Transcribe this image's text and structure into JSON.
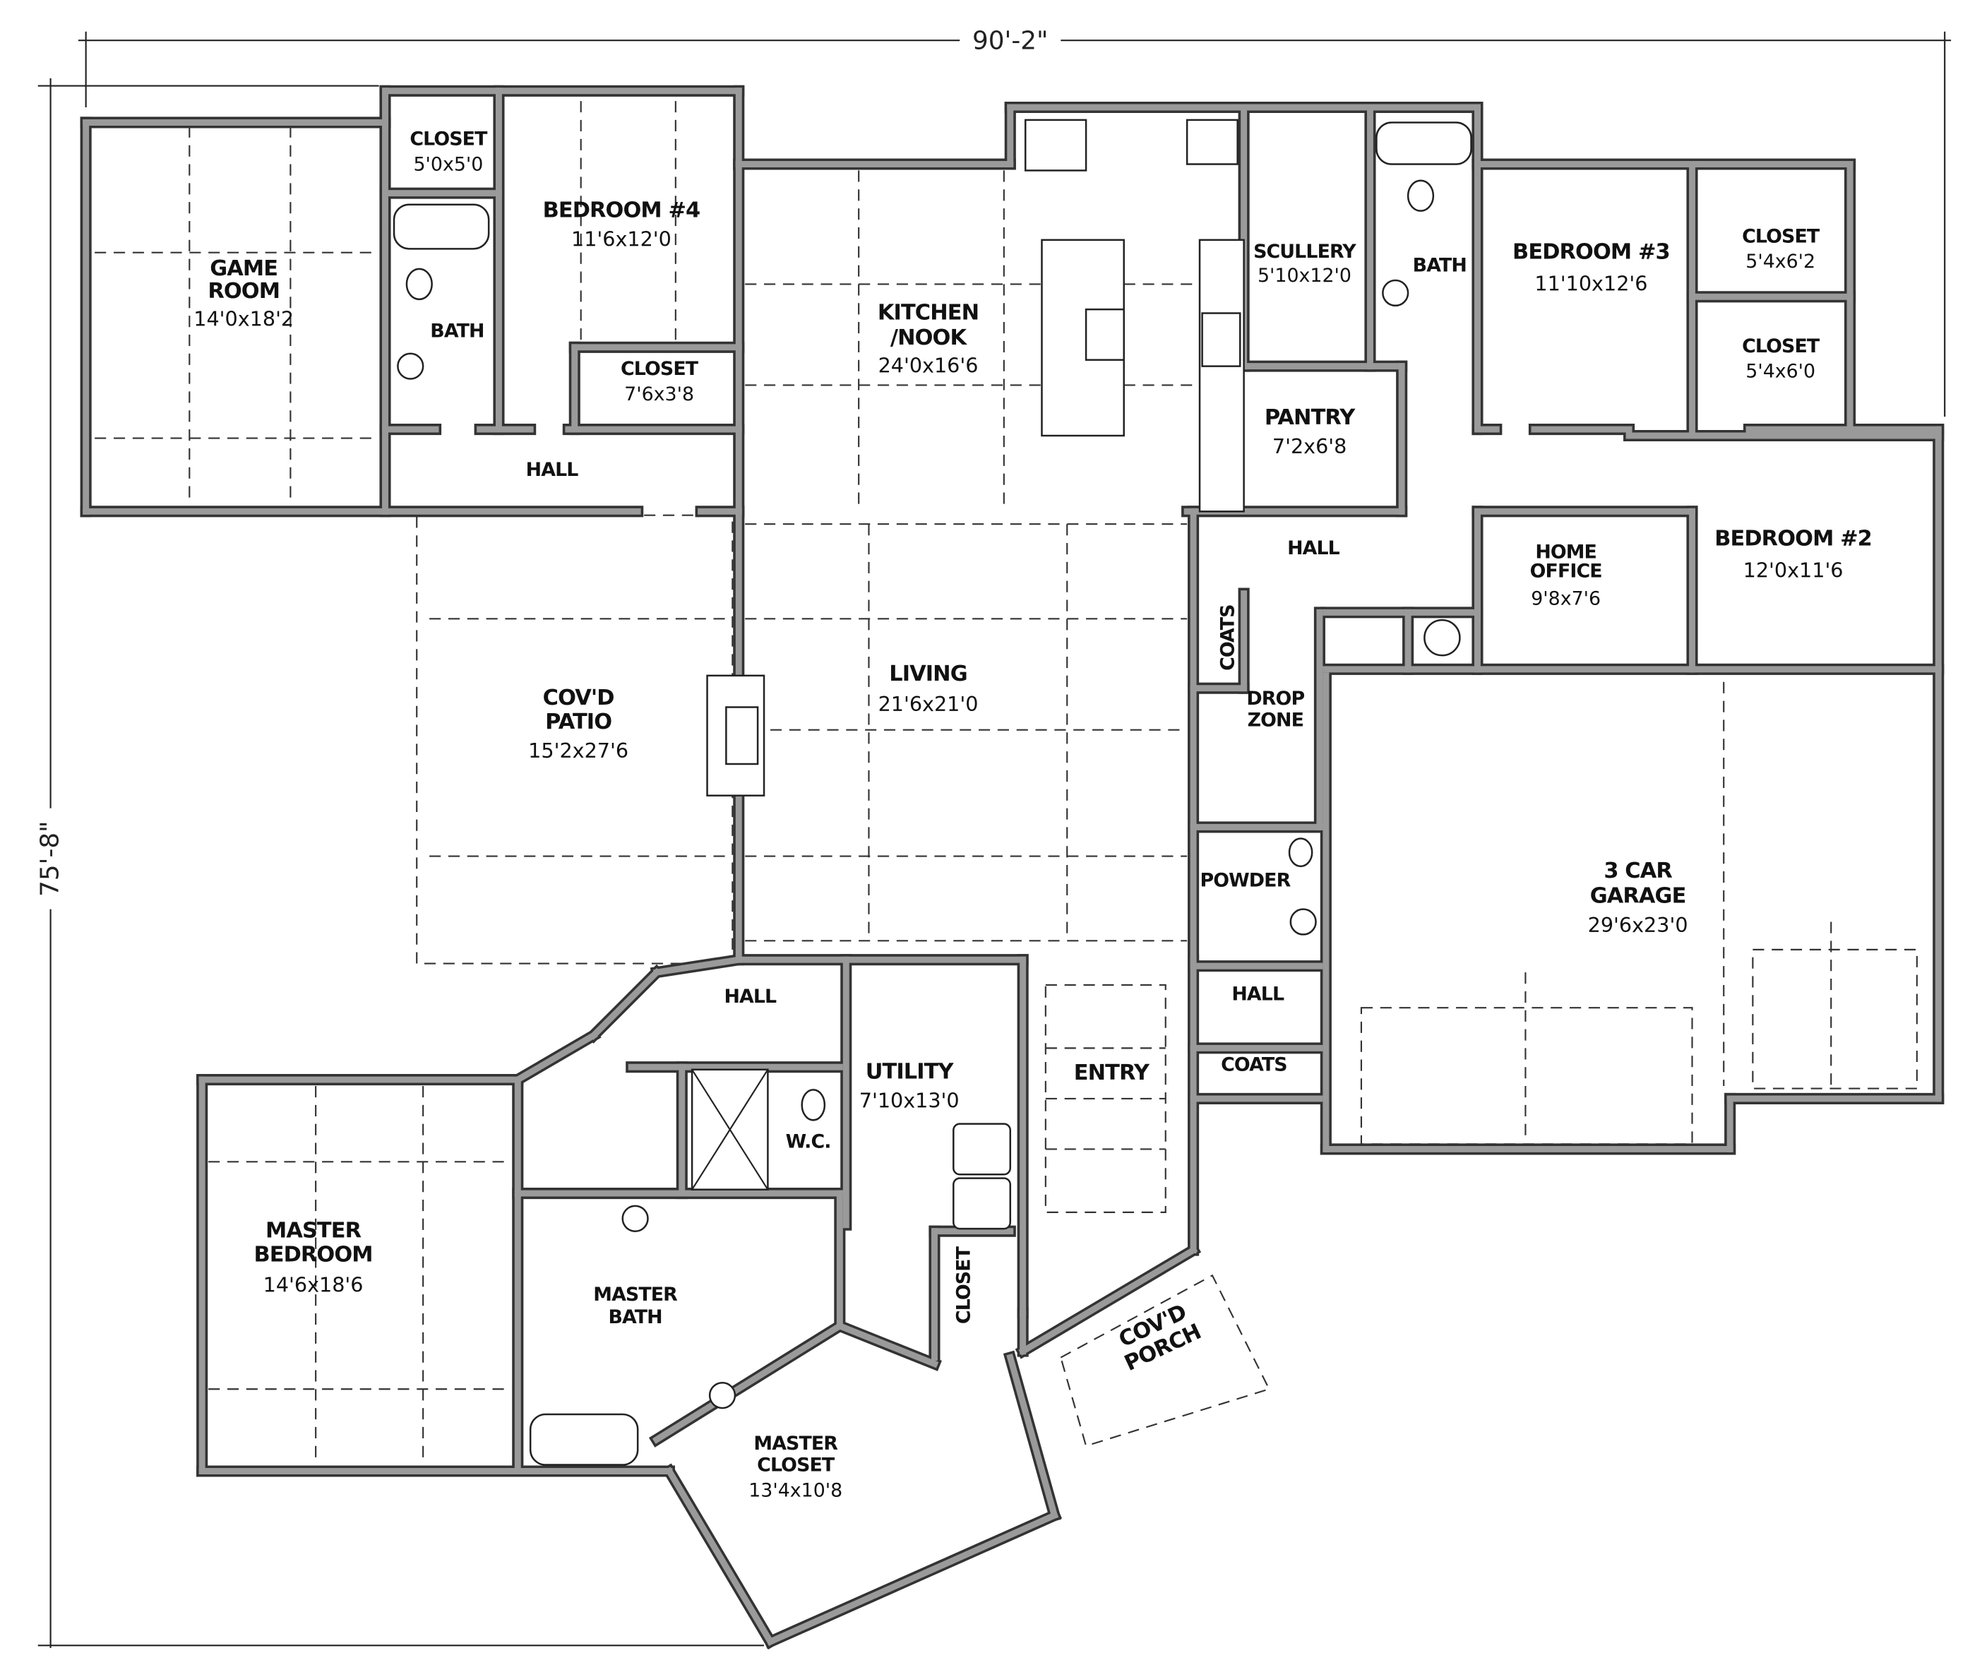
{
  "dimensions": {
    "width": "90'-2\"",
    "depth": "75'-8\""
  },
  "rooms": {
    "game_room": {
      "l1": "GAME",
      "l2": "ROOM",
      "size": "14'0x18'2"
    },
    "closet_a": {
      "name": "CLOSET",
      "size": "5'0x5'0"
    },
    "bedroom4": {
      "name": "BEDROOM #4",
      "size": "11'6x12'0"
    },
    "bath_a": {
      "name": "BATH"
    },
    "closet_b": {
      "name": "CLOSET",
      "size": "7'6x3'8"
    },
    "hall_a": {
      "name": "HALL"
    },
    "kitchen": {
      "l1": "KITCHEN",
      "l2": "/NOOK",
      "size": "24'0x16'6"
    },
    "scullery": {
      "name": "SCULLERY",
      "size": "5'10x12'0"
    },
    "bath_b": {
      "name": "BATH"
    },
    "bedroom3": {
      "name": "BEDROOM #3",
      "size": "11'10x12'6"
    },
    "closet_c": {
      "name": "CLOSET",
      "size": "5'4x6'2"
    },
    "closet_d": {
      "name": "CLOSET",
      "size": "5'4x6'0"
    },
    "pantry": {
      "name": "PANTRY",
      "size": "7'2x6'8"
    },
    "hall_b": {
      "name": "HALL"
    },
    "home_office": {
      "l1": "HOME",
      "l2": "OFFICE",
      "size": "9'8x7'6"
    },
    "bedroom2": {
      "name": "BEDROOM #2",
      "size": "12'0x11'6"
    },
    "coats_a": {
      "name": "COATS"
    },
    "drop_zone": {
      "l1": "DROP",
      "l2": "ZONE"
    },
    "living": {
      "name": "LIVING",
      "size": "21'6x21'0"
    },
    "patio": {
      "l1": "COV'D",
      "l2": "PATIO",
      "size": "15'2x27'6"
    },
    "powder": {
      "name": "POWDER"
    },
    "garage": {
      "l1": "3 CAR",
      "l2": "GARAGE",
      "size": "29'6x23'0"
    },
    "hall_c": {
      "name": "HALL"
    },
    "coats_b": {
      "name": "COATS"
    },
    "entry": {
      "name": "ENTRY"
    },
    "hall_d": {
      "name": "HALL"
    },
    "utility": {
      "name": "UTILITY",
      "size": "7'10x13'0"
    },
    "wc": {
      "name": "W.C."
    },
    "master_bedroom": {
      "l1": "MASTER",
      "l2": "BEDROOM",
      "size": "14'6x18'6"
    },
    "master_bath": {
      "l1": "MASTER",
      "l2": "BATH"
    },
    "closet_e": {
      "name": "CLOSET"
    },
    "master_closet": {
      "l1": "MASTER",
      "l2": "CLOSET",
      "size": "13'4x10'8"
    },
    "porch": {
      "l1": "COV'D",
      "l2": "PORCH"
    }
  }
}
